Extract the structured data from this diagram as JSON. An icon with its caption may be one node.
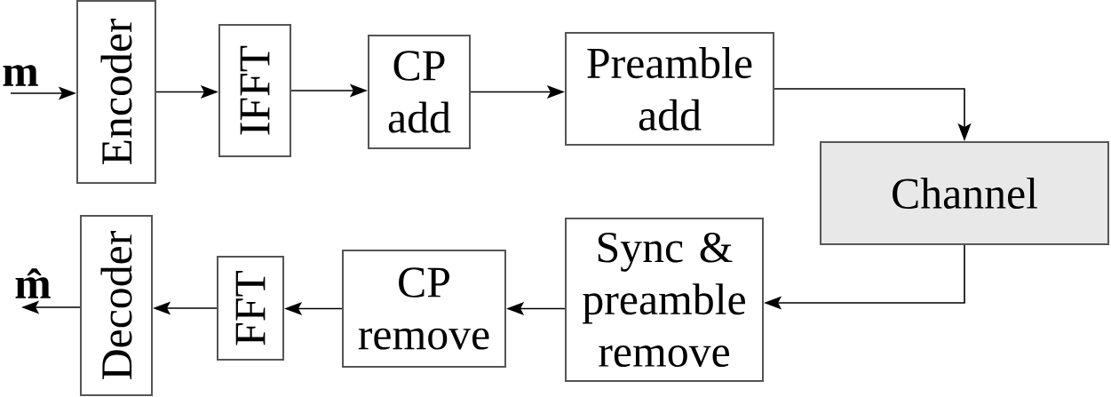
{
  "diagram": {
    "nodes": [
      {
        "text": [
          "m"
        ]
      },
      {
        "text": [
          "Encoder"
        ]
      },
      {
        "text": [
          "IFFT"
        ]
      },
      {
        "text": [
          "CP add"
        ]
      },
      {
        "text": [
          "Preamble add"
        ]
      },
      {
        "text": [
          "Channel"
        ]
      },
      {
        "text": [
          "Sync & preamble remove"
        ]
      },
      {
        "text": [
          "CP remove"
        ]
      },
      {
        "text": [
          "FFT"
        ]
      },
      {
        "text": [
          "Decoder"
        ]
      },
      {
        "text": [
          "m̂"
        ]
      }
    ],
    "edges": [
      {
        "from": 0,
        "to": 1,
        "arrow": "to"
      },
      {
        "from": 1,
        "to": 2,
        "arrow": "to"
      },
      {
        "from": 2,
        "to": 3,
        "arrow": "to"
      },
      {
        "from": 3,
        "to": 4,
        "arrow": "to"
      },
      {
        "from": 4,
        "to": 5,
        "arrow": "to"
      },
      {
        "from": 5,
        "to": 6,
        "arrow": "to"
      },
      {
        "from": 6,
        "to": 7,
        "arrow": "to"
      },
      {
        "from": 7,
        "to": 8,
        "arrow": "to"
      },
      {
        "from": 8,
        "to": 9,
        "arrow": "to"
      },
      {
        "from": 9,
        "to": 10,
        "arrow": "to"
      }
    ]
  }
}
